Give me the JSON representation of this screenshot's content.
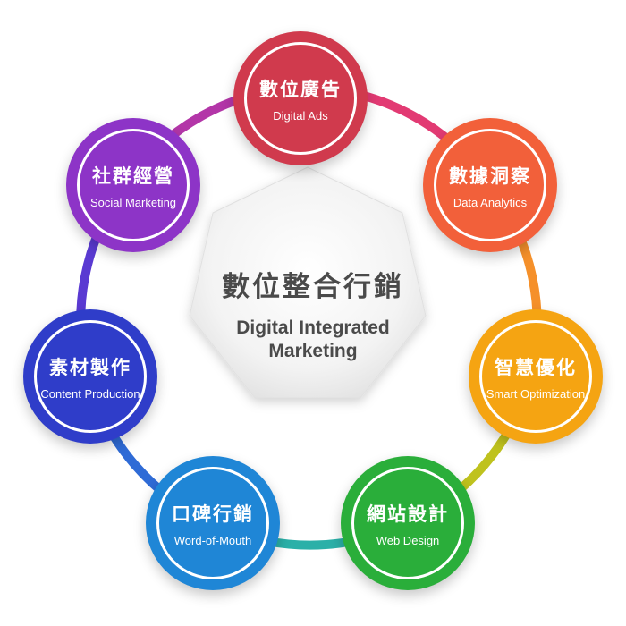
{
  "center": {
    "title_zh": "數位整合行銷",
    "title_en": "Digital Integrated Marketing"
  },
  "nodes": [
    {
      "zh": "數位廣告",
      "en": "Digital Ads",
      "color": "#d03a4d"
    },
    {
      "zh": "數據洞察",
      "en": "Data Analytics",
      "color": "#f2603a"
    },
    {
      "zh": "智慧優化",
      "en": "Smart Optimization",
      "color": "#f5a412"
    },
    {
      "zh": "網站設計",
      "en": "Web Design",
      "color": "#2aae3a"
    },
    {
      "zh": "口碑行銷",
      "en": "Word-of-Mouth",
      "color": "#1f86d6"
    },
    {
      "zh": "素材製作",
      "en": "Content Production",
      "color": "#2f3dc9"
    },
    {
      "zh": "社群經營",
      "en": "Social Marketing",
      "color": "#8d34c7"
    }
  ]
}
